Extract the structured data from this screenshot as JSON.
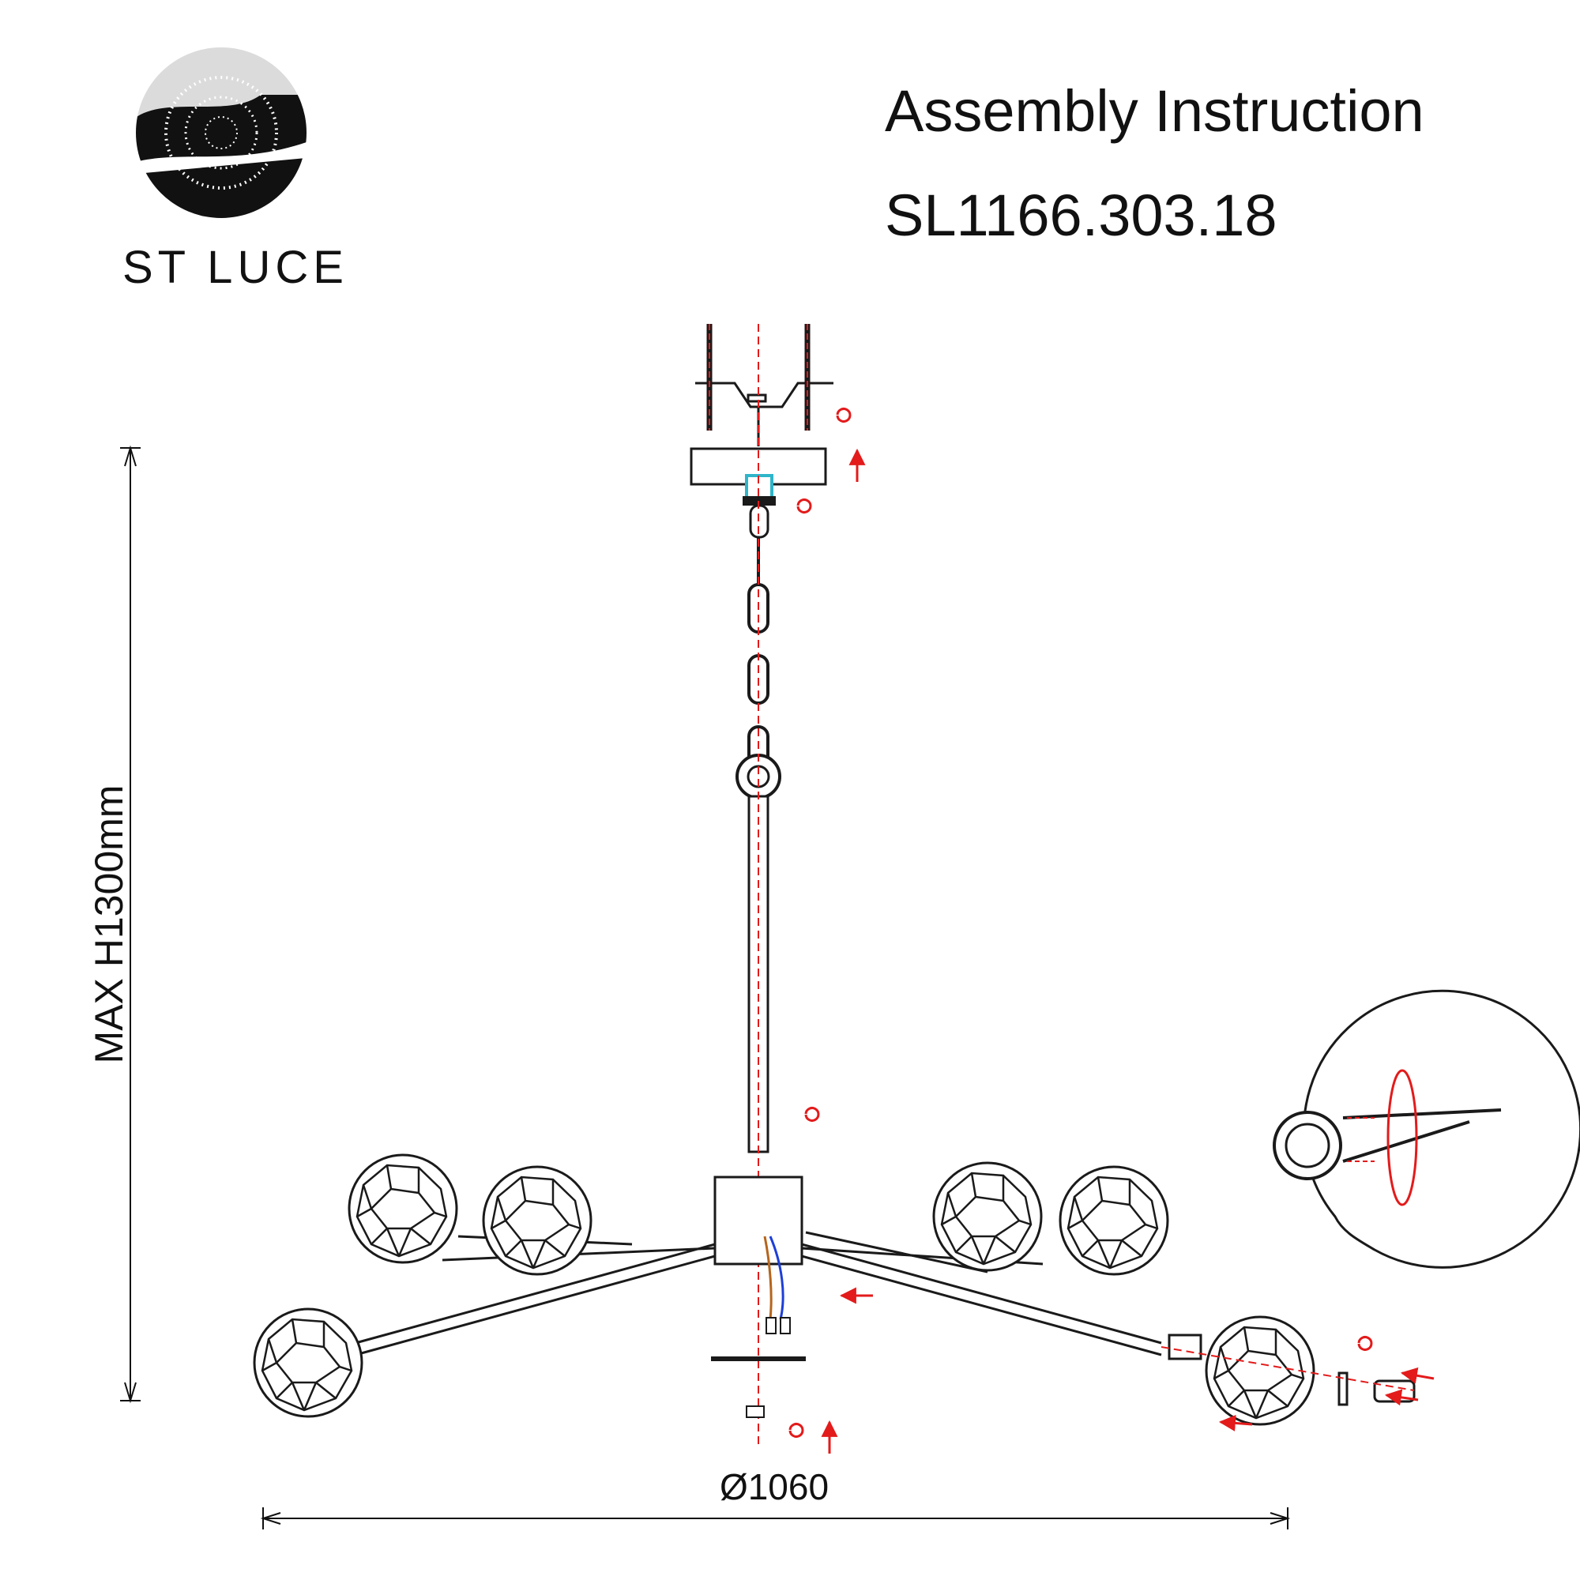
{
  "brand": {
    "name": "ST LUCE"
  },
  "header": {
    "title": "Assembly Instruction",
    "model": "SL1166.303.18"
  },
  "dimensions": {
    "height_label": "MAX H1300mm",
    "diameter_label": "Ø1060"
  },
  "colors": {
    "line": "#1a1a1a",
    "accent_red": "#e31b1b",
    "wire_blue": "#1e3fd8",
    "wire_brown": "#b5651d",
    "terminal_cyan": "#2fb5c9"
  }
}
